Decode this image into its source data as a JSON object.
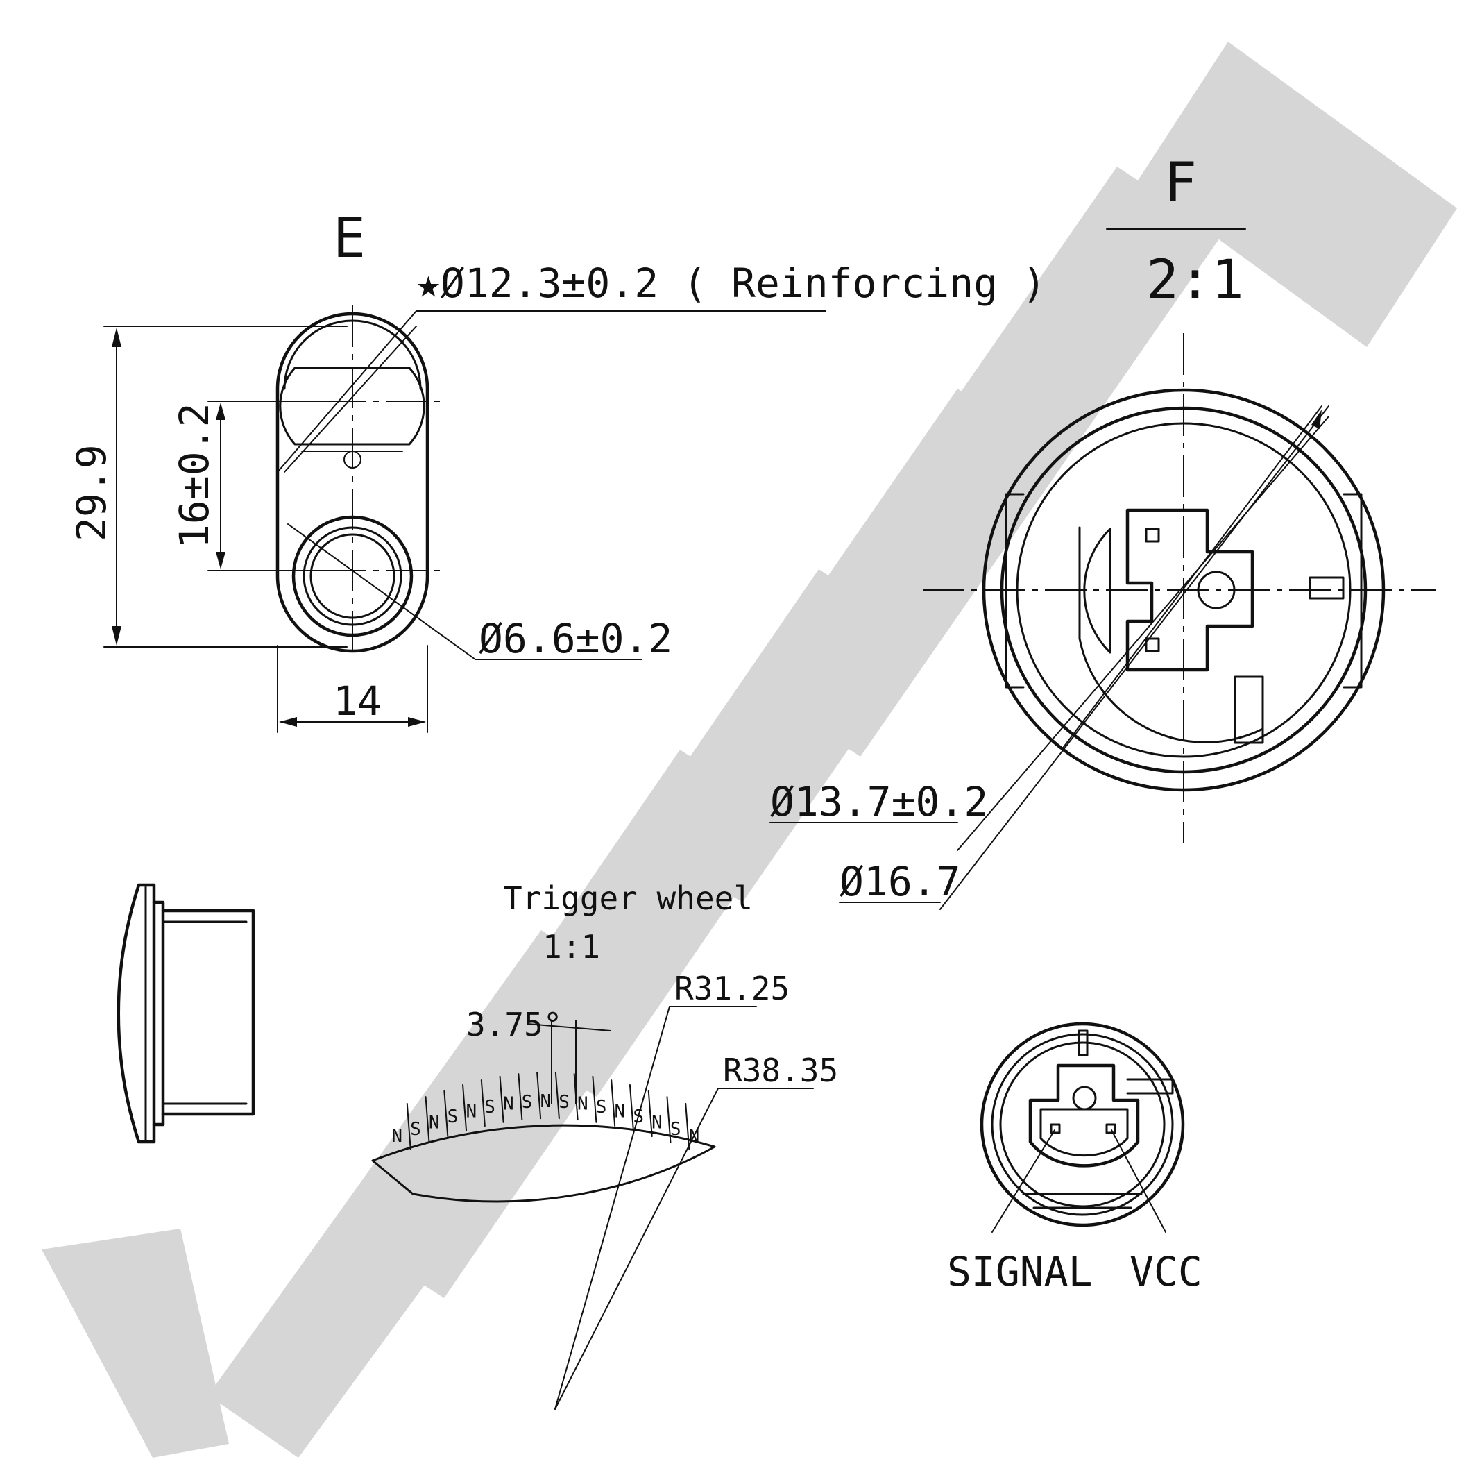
{
  "colors": {
    "line": "#111111",
    "watermark": "#d6d6d6",
    "background": "#ffffff"
  },
  "view_e": {
    "title": "E",
    "reinforcing_note": "★Ø12.3±0.2 ( Reinforcing )",
    "height_dim": "29.9",
    "pitch_dim": "16±0.2",
    "hole_dim": "Ø6.6±0.2",
    "width_dim": "14"
  },
  "view_f": {
    "title": "F",
    "scale": "2:1",
    "inner_dia": "Ø13.7±0.2",
    "outer_dia": "Ø16.7"
  },
  "trigger_wheel": {
    "title": "Trigger wheel",
    "scale": "1:1",
    "angle": "3.75°",
    "radius_inner": "R31.25",
    "radius_outer": "R38.35",
    "poles": [
      "N",
      "S",
      "N",
      "S",
      "N",
      "S",
      "N",
      "S",
      "N",
      "S",
      "N",
      "S",
      "N",
      "S",
      "N",
      "S",
      "N"
    ]
  },
  "connector": {
    "signal_label": "SIGNAL",
    "vcc_label": "VCC"
  }
}
